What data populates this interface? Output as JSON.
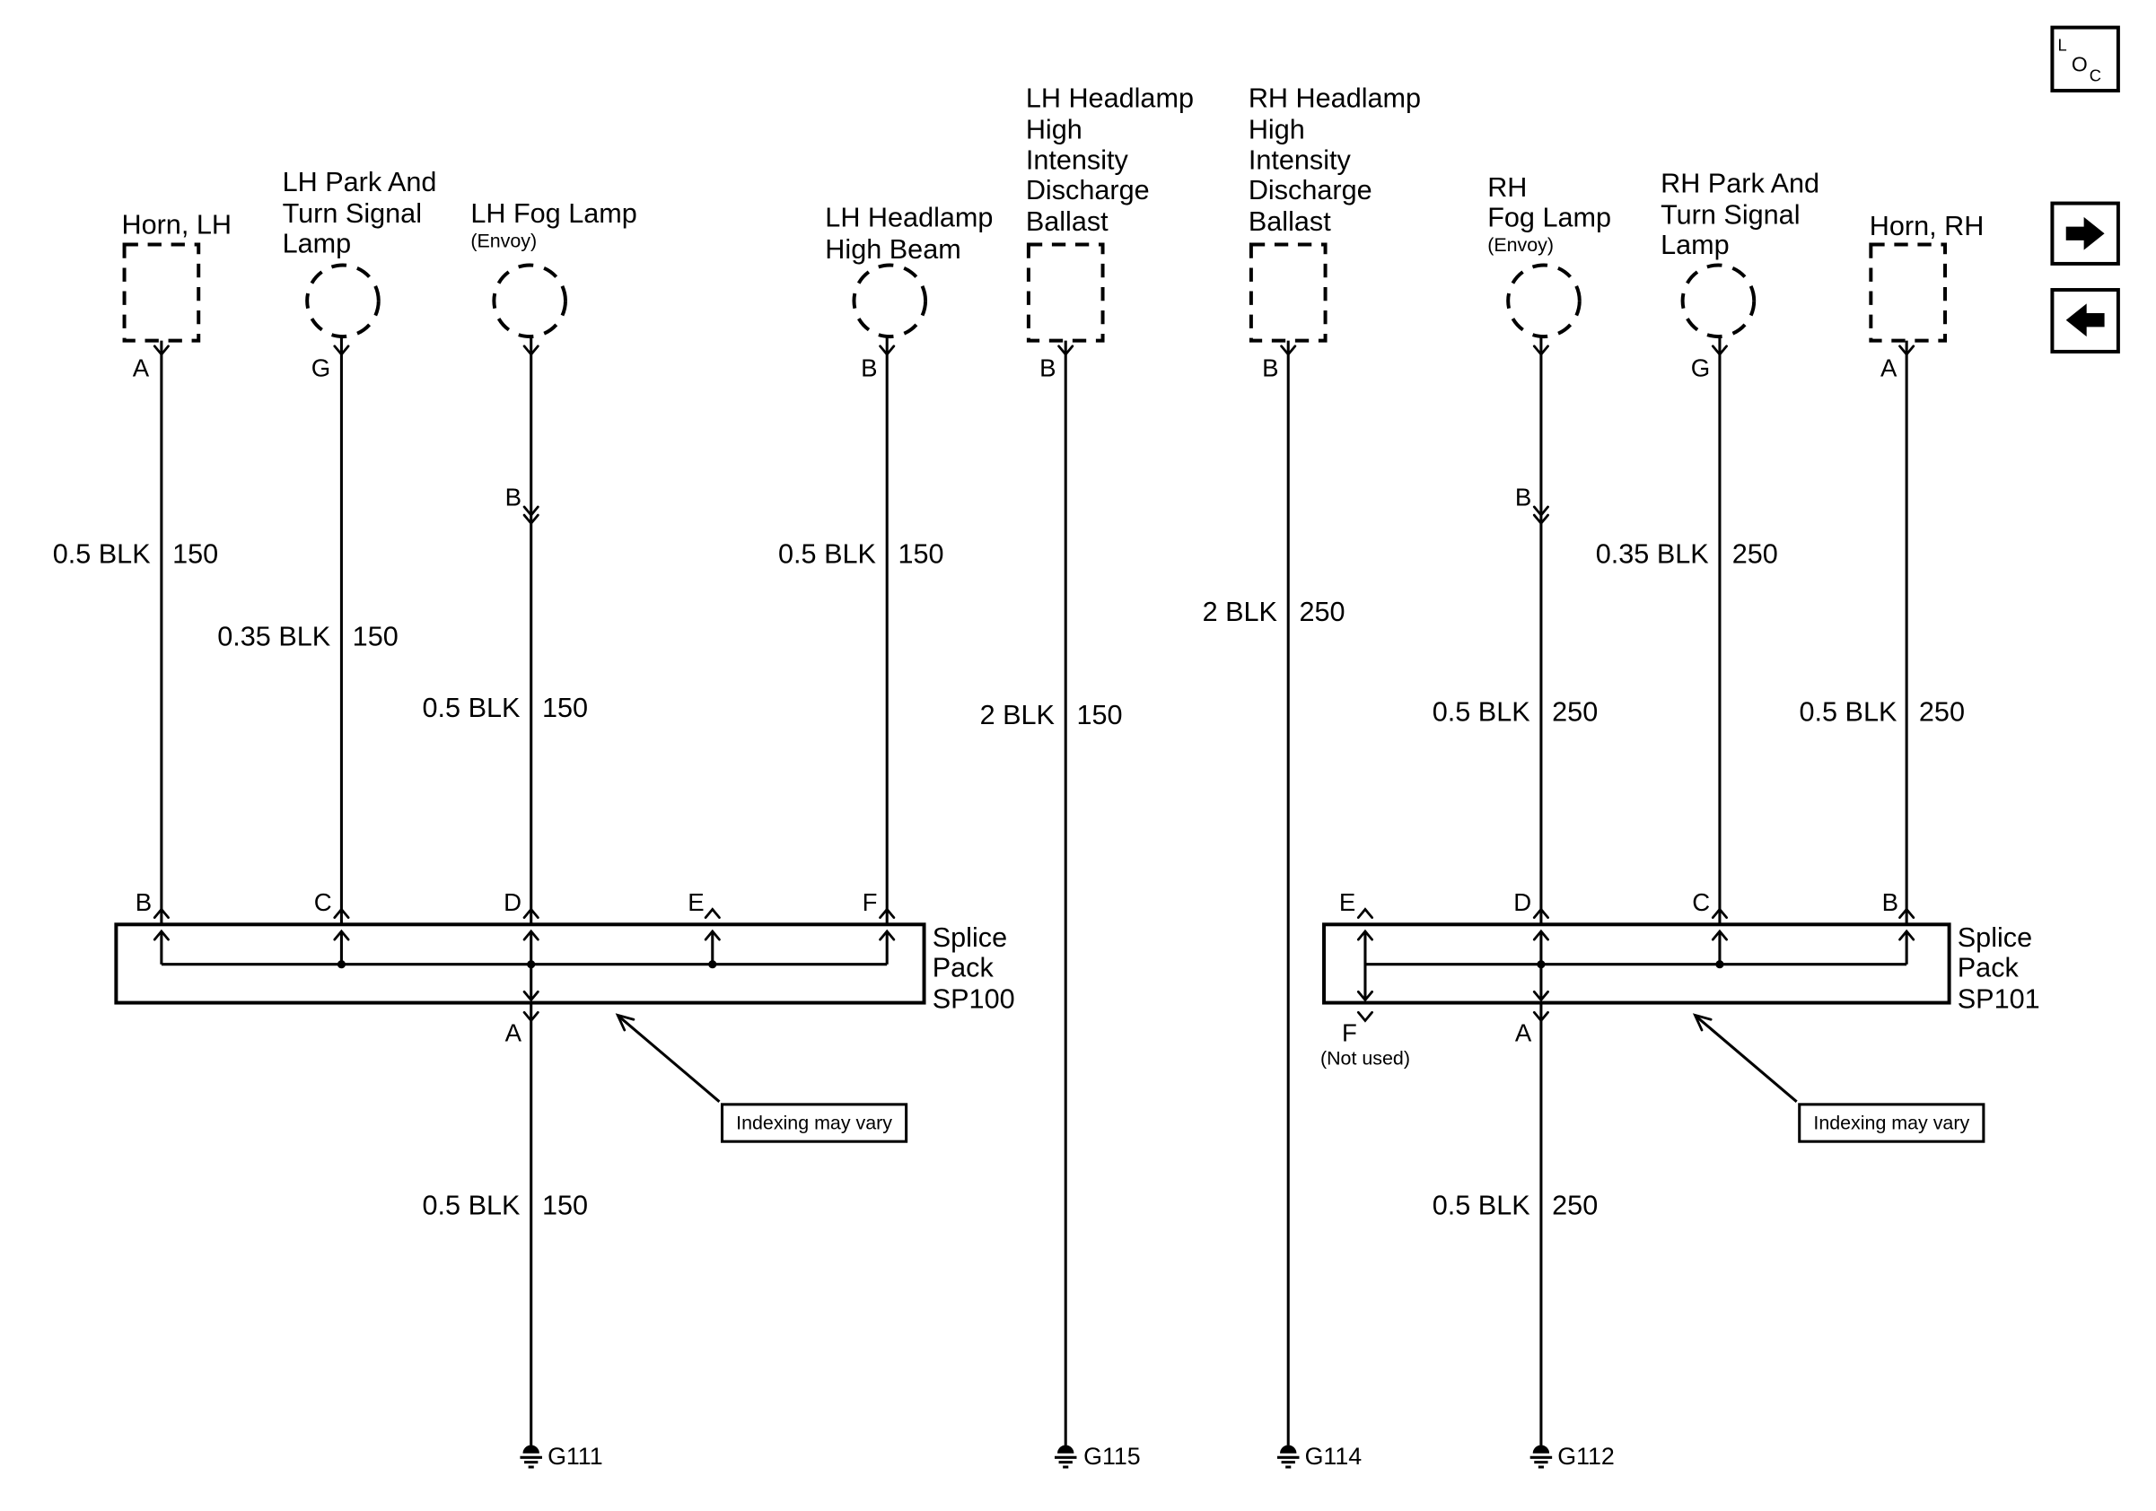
{
  "locator": {
    "letters": [
      "L",
      "O",
      "C"
    ],
    "icon": "locator-icon"
  },
  "navigation": {
    "next_icon": "arrow-right-icon",
    "prev_icon": "arrow-left-icon"
  },
  "components": {
    "horn_lh": {
      "label": [
        "Horn, LH"
      ],
      "pin": "A",
      "wire": "0.5 BLK",
      "circuit": "150",
      "splice_pin": "B"
    },
    "lh_park_turn_lamp": {
      "label": [
        "LH Park And",
        "Turn Signal",
        "Lamp"
      ],
      "pin": "G",
      "wire": "0.35 BLK",
      "circuit": "150",
      "splice_pin": "C"
    },
    "lh_fog_lamp": {
      "label": [
        "LH Fog Lamp"
      ],
      "option": "(Envoy)",
      "inline_pin": "B",
      "wire": "0.5 BLK",
      "circuit": "150",
      "splice_pin": "D"
    },
    "lh_headlamp_high_beam": {
      "label": [
        "LH Headlamp",
        "High Beam"
      ],
      "pin": "B",
      "wire": "0.5 BLK",
      "circuit": "150",
      "splice_pin": "F"
    },
    "lh_hid_ballast": {
      "label": [
        "LH Headlamp",
        "High",
        "Intensity",
        "Discharge",
        "Ballast"
      ],
      "pin": "B",
      "wire": "2 BLK",
      "circuit": "150",
      "ground": "G115"
    },
    "rh_hid_ballast": {
      "label": [
        "RH Headlamp",
        "High",
        "Intensity",
        "Discharge",
        "Ballast"
      ],
      "pin": "B",
      "wire": "2 BLK",
      "circuit": "250",
      "ground": "G114"
    },
    "rh_fog_lamp": {
      "label": [
        "RH",
        "Fog Lamp"
      ],
      "option": "(Envoy)",
      "inline_pin": "B",
      "wire": "0.5 BLK",
      "circuit": "250",
      "splice_pin": "D"
    },
    "rh_park_turn_lamp": {
      "label": [
        "RH Park And",
        "Turn Signal",
        "Lamp"
      ],
      "pin": "G",
      "wire": "0.35 BLK",
      "circuit": "250",
      "splice_pin": "C"
    },
    "horn_rh": {
      "label": [
        "Horn, RH"
      ],
      "pin": "A",
      "wire": "0.5 BLK",
      "circuit": "250",
      "splice_pin": "B"
    }
  },
  "splice_packs": {
    "sp100": {
      "label": [
        "Splice",
        "Pack",
        "SP100"
      ],
      "spare_pin": "E",
      "output_pin": "A",
      "output_wire": "0.5 BLK",
      "output_circuit": "150",
      "ground": "G111",
      "callout": "Indexing may vary"
    },
    "sp101": {
      "label": [
        "Splice",
        "Pack",
        "SP101"
      ],
      "spare_pin": "E",
      "unused_pin": "F",
      "unused_note": "(Not used)",
      "output_pin": "A",
      "output_wire": "0.5 BLK",
      "output_circuit": "250",
      "ground": "G112",
      "callout": "Indexing may vary"
    }
  }
}
